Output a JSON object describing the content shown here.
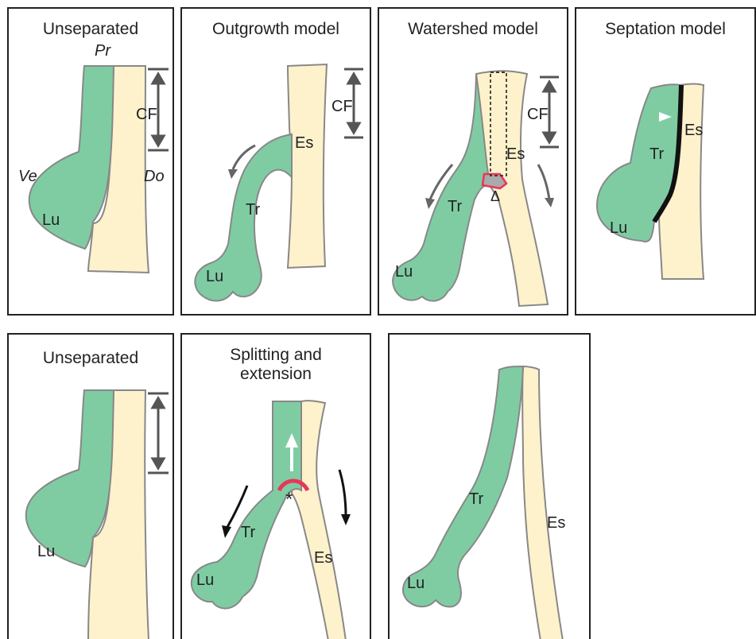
{
  "colors": {
    "green": "#7fcca3",
    "cream": "#fdf2cc",
    "outline": "#888888",
    "arrow": "#666666",
    "frame": "#222222",
    "red": "#e8365a"
  },
  "panels": [
    {
      "title": "Unseparated",
      "labels": {
        "proximal": "Pr",
        "ventral": "Ve",
        "dorsal": "Do",
        "cf": "CF",
        "lung": "Lu"
      }
    },
    {
      "title": "Outgrowth model",
      "labels": {
        "cf": "CF",
        "esophagus": "Es",
        "trachea": "Tr",
        "lung": "Lu"
      }
    },
    {
      "title": "Watershed model",
      "labels": {
        "cf": "CF",
        "esophagus": "Es",
        "trachea": "Tr",
        "lung": "Lu",
        "delta": "Δ"
      }
    },
    {
      "title": "Septation model",
      "labels": {
        "esophagus": "Es",
        "trachea": "Tr",
        "lung": "Lu"
      }
    },
    {
      "title": "Unseparated",
      "labels": {
        "lung": "Lu"
      }
    },
    {
      "title": "Splitting and\nextension",
      "labels": {
        "trachea": "Tr",
        "esophagus": "Es",
        "lung": "Lu",
        "asterisk": "*"
      }
    },
    {
      "title": "",
      "labels": {
        "trachea": "Tr",
        "esophagus": "Es",
        "lung": "Lu"
      }
    }
  ]
}
